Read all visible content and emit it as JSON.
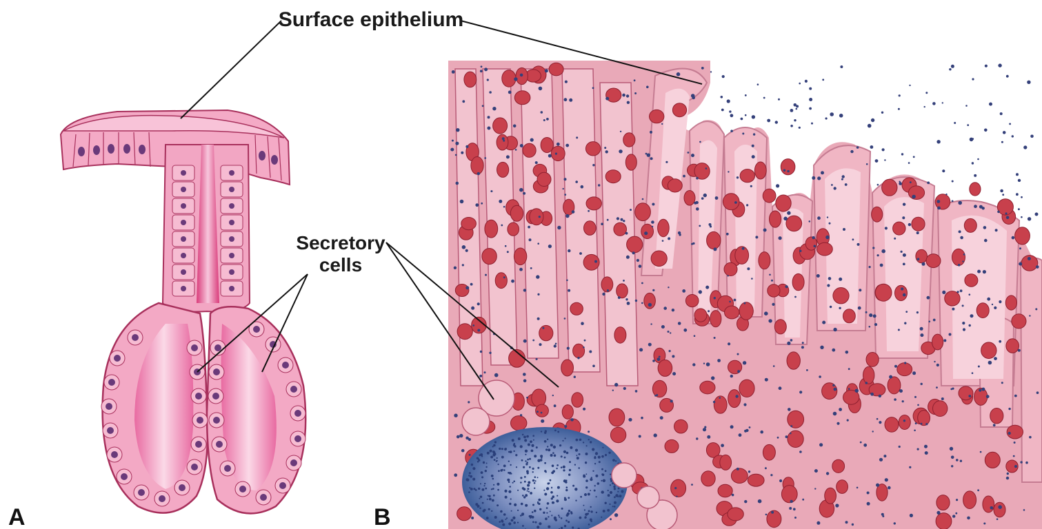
{
  "labels": {
    "surface_epithelium": "Surface epithelium",
    "secretory_line1": "Secretory",
    "secretory_line2": "cells"
  },
  "panels": {
    "a": "A",
    "b": "B"
  },
  "colors": {
    "background": "#ffffff",
    "cell_fill": "#f2a9c4",
    "cell_dark": "#c8386f",
    "lumen": "#e85b96",
    "nucleus": "#6a3a7a",
    "tissue_base": "#e8a4b3",
    "villus": "#f0b6c4",
    "goblet": "#c8404c",
    "lymphoid": "#3d5e9a"
  }
}
